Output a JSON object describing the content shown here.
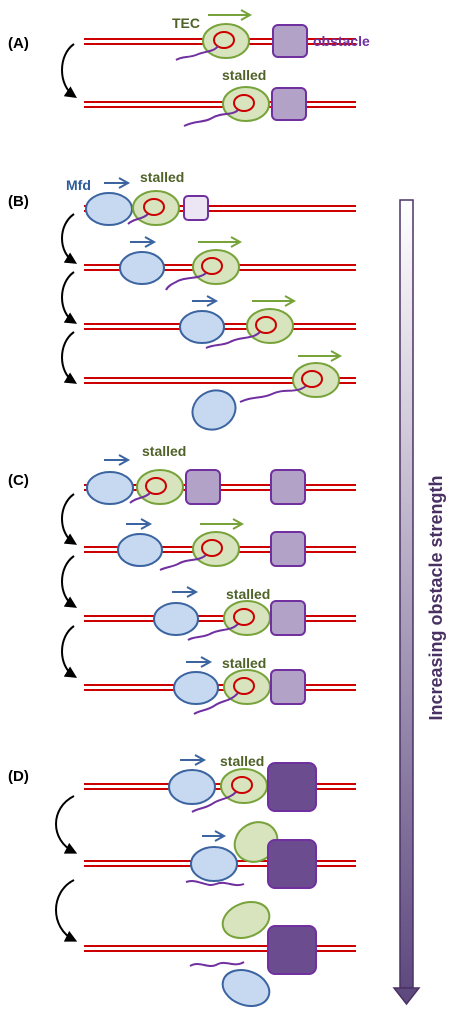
{
  "panels": [
    {
      "label": "(A)"
    },
    {
      "label": "(B)"
    },
    {
      "label": "(C)"
    },
    {
      "label": "(D)"
    }
  ],
  "labels": {
    "tec": "TEC",
    "obstacle": "obstacle",
    "mfd": "Mfd",
    "stalled": "stalled"
  },
  "axis_label": "Increasing obstacle strength",
  "colors": {
    "dna": "#cc0000",
    "tec_fill": "#d7e4bd",
    "tec_stroke": "#77a33a",
    "mfd_fill": "#c6d9f1",
    "mfd_stroke": "#3b64a0",
    "obstacle_weak": "#ece6f4",
    "obstacle_medium": "#b3a2c7",
    "obstacle_strong": "#6b4c8f",
    "obstacle_stroke": "#7030a0",
    "rna": "#7030a0",
    "gradient_top": "#ffffff",
    "gradient_bottom": "#5f4a80"
  }
}
